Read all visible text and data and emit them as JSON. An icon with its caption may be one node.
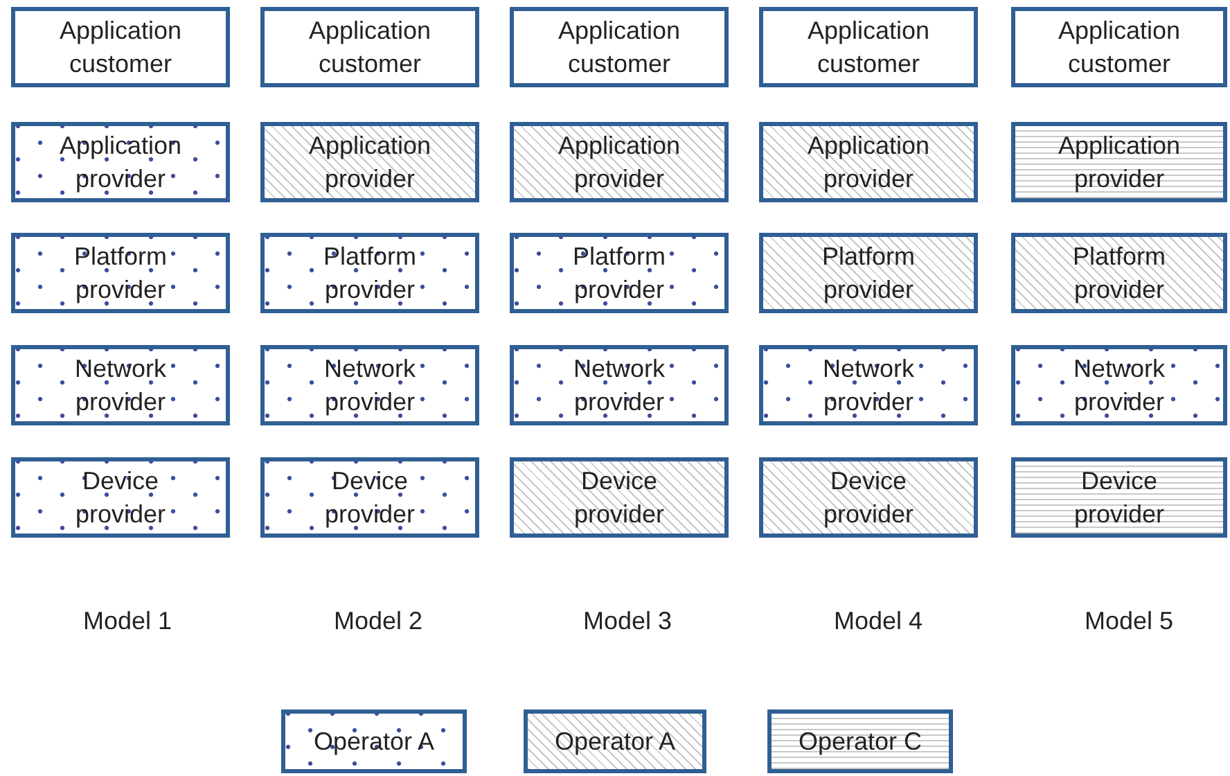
{
  "diagram": {
    "nodes": [
      {
        "text": [
          "Application customer"
        ]
      },
      {
        "text": [
          "Application customer"
        ]
      },
      {
        "text": [
          "Application customer"
        ]
      },
      {
        "text": [
          "Application customer"
        ]
      },
      {
        "text": [
          "Application customer"
        ]
      },
      {
        "text": [
          "Application provider"
        ]
      },
      {
        "text": [
          "Application provider"
        ]
      },
      {
        "text": [
          "Application provider"
        ]
      },
      {
        "text": [
          "Application provider"
        ]
      },
      {
        "text": [
          "Application provider"
        ]
      },
      {
        "text": [
          "Platform provider"
        ]
      },
      {
        "text": [
          "Platform provider"
        ]
      },
      {
        "text": [
          "Platform provider"
        ]
      },
      {
        "text": [
          "Platform provider"
        ]
      },
      {
        "text": [
          "Platform provider"
        ]
      },
      {
        "text": [
          "Network provider"
        ]
      },
      {
        "text": [
          "Network provider"
        ]
      },
      {
        "text": [
          "Network provider"
        ]
      },
      {
        "text": [
          "Network provider"
        ]
      },
      {
        "text": [
          "Network provider"
        ]
      },
      {
        "text": [
          "Device provider"
        ]
      },
      {
        "text": [
          "Device provider"
        ]
      },
      {
        "text": [
          "Device provider"
        ]
      },
      {
        "text": [
          "Device provider"
        ]
      },
      {
        "text": [
          "Device provider"
        ]
      }
    ],
    "labels": [
      "Model 1",
      "Model 2",
      "Model 3",
      "Model 4",
      "Model 5"
    ],
    "legend": [
      {
        "text": "Operator A"
      },
      {
        "text": "Operator A"
      },
      {
        "text": "Operator C"
      }
    ]
  }
}
